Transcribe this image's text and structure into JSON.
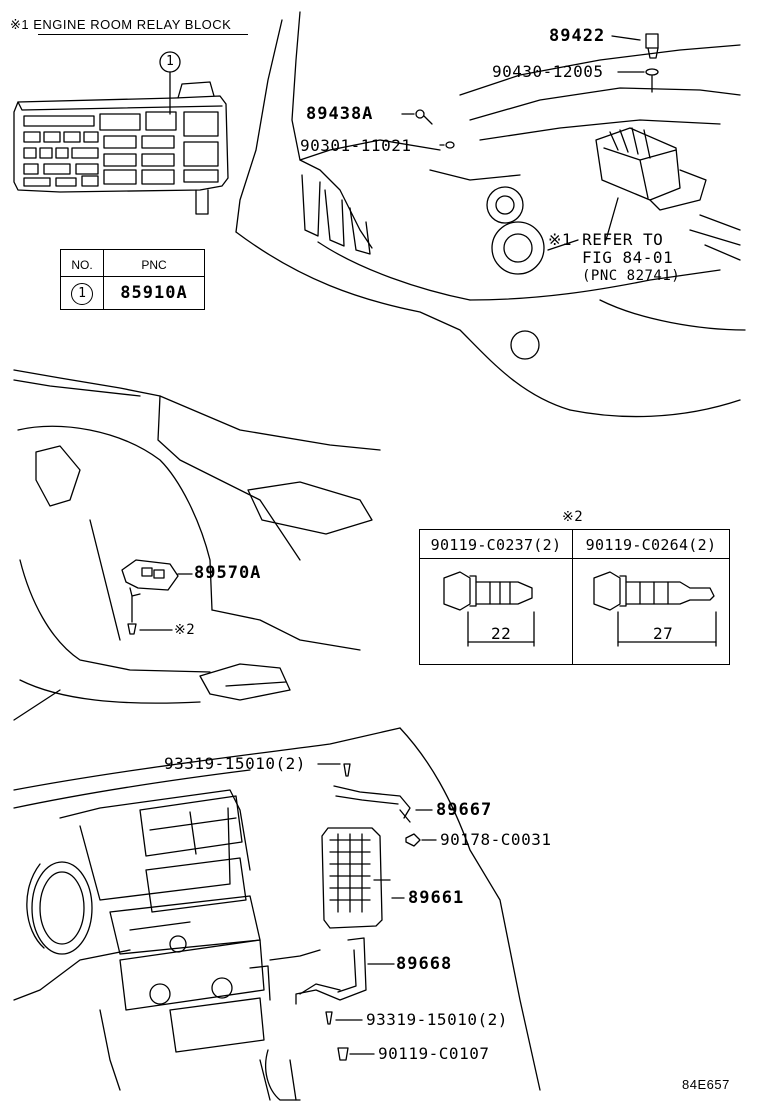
{
  "relay_block": {
    "title": "※1  ENGINE ROOM RELAY BLOCK",
    "callout": "1"
  },
  "pnc_table": {
    "headers": [
      "NO.",
      "PNC"
    ],
    "rows": [
      {
        "no": "1",
        "pnc": "85910A"
      }
    ]
  },
  "parts": {
    "p89422": "89422",
    "p90430": "90430-12005",
    "p89438A": "89438A",
    "p90301": "90301-11021",
    "refer_line1": "※1 REFER TO",
    "refer_line2": "FIG 84-01",
    "refer_line3": "(PNC 82741)",
    "p89570A": "89570A",
    "note2_small": "※2",
    "p93319_top": "93319-15010(2)",
    "p89667": "89667",
    "p90178": "90178-C0031",
    "p89661": "89661",
    "p89668": "89668",
    "p93319_bottom": "93319-15010(2)",
    "p90119_c0107": "90119-C0107"
  },
  "bolt_table": {
    "note": "※2",
    "columns": [
      {
        "part": "90119-C0237(2)",
        "length": "22"
      },
      {
        "part": "90119-C0264(2)",
        "length": "27"
      }
    ]
  },
  "figure_code": "84E657"
}
